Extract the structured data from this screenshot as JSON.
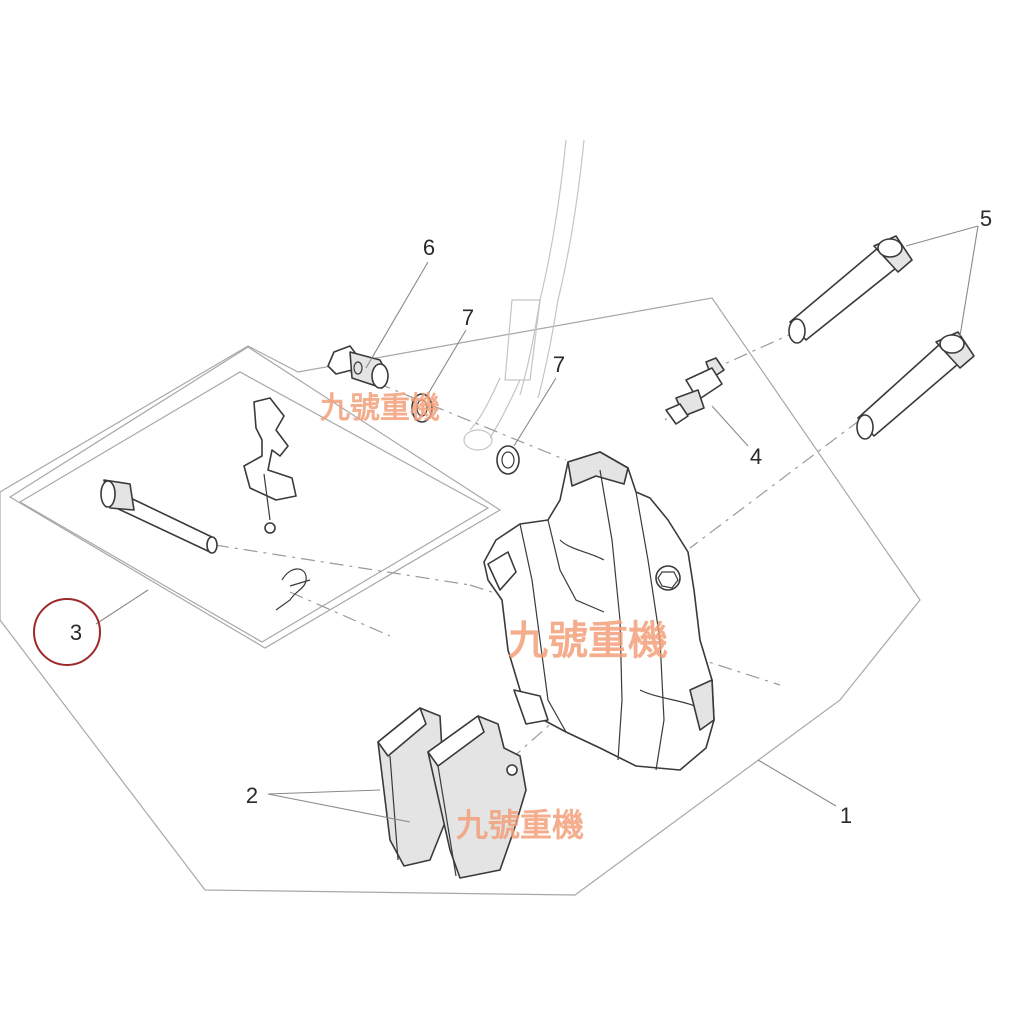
{
  "callouts": {
    "c1": "1",
    "c2": "2",
    "c3": "3",
    "c4": "4",
    "c5": "5",
    "c6": "6",
    "c7a": "7",
    "c7b": "7"
  },
  "watermark": {
    "text": "九號重機"
  },
  "colors": {
    "watermark": "#f2a07a",
    "highlight_circle": "#9c2a2a",
    "line_art": "#3a3a3a",
    "frame": "#a8a8a8"
  },
  "highlighted_callout": "3"
}
